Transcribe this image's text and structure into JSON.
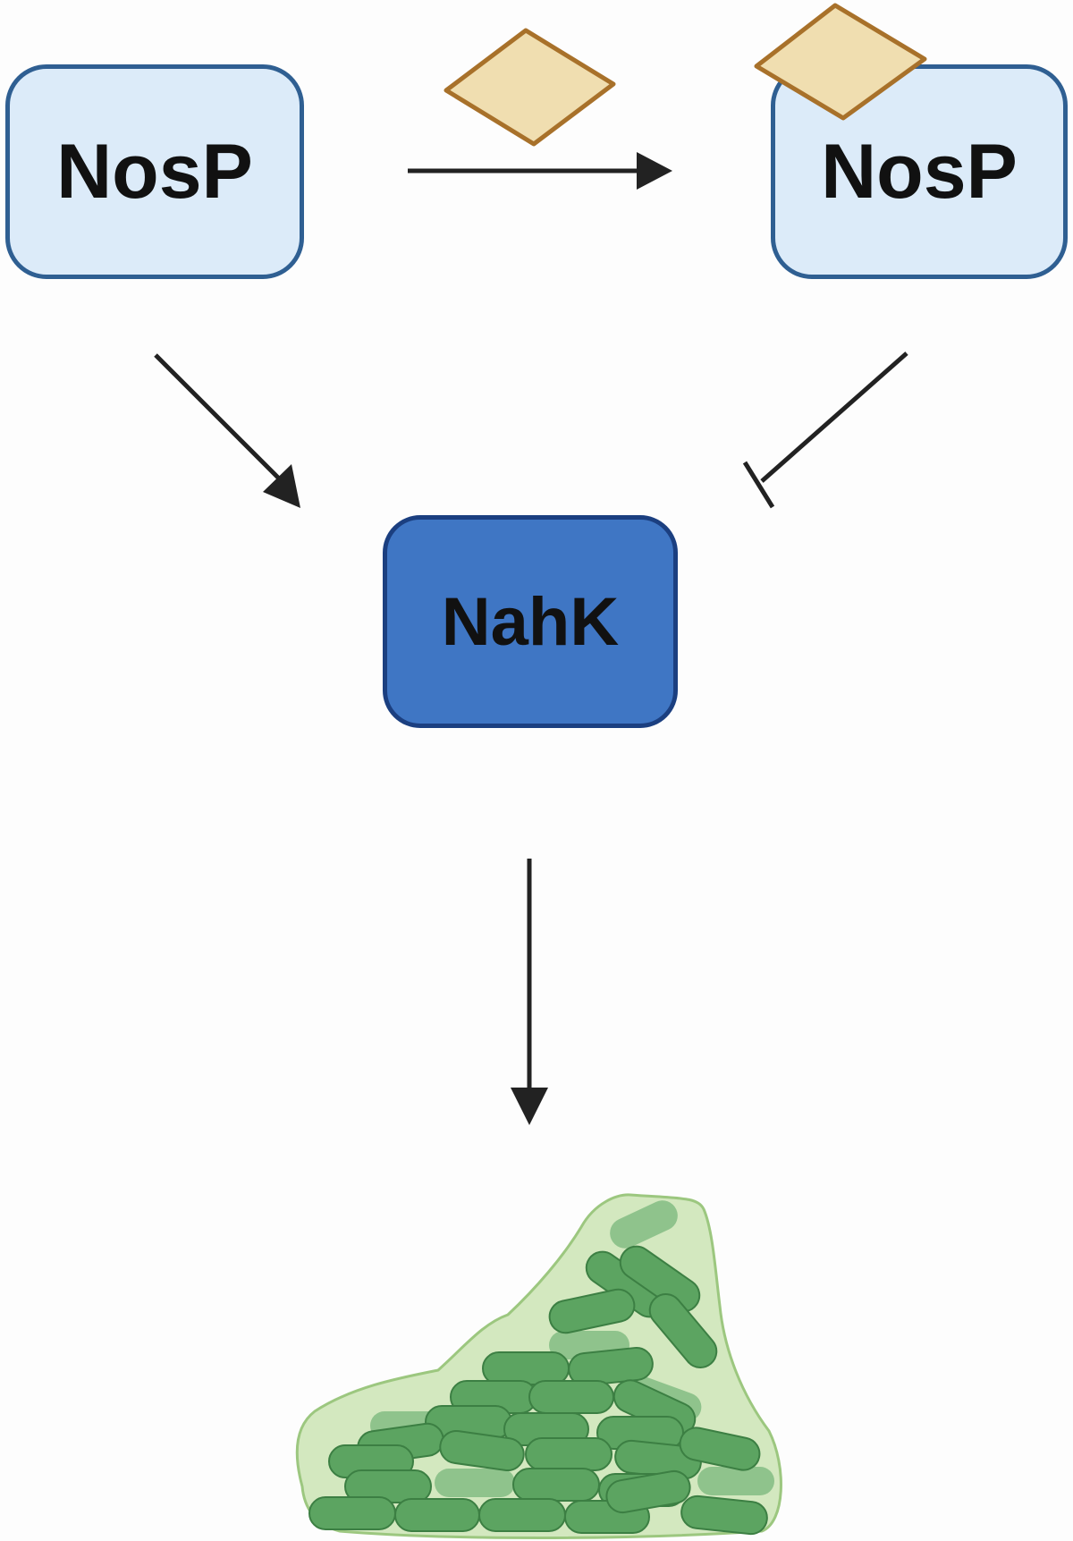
{
  "diagram": {
    "nodes": {
      "nosp_unbound": {
        "label": "NosP"
      },
      "nosp_bound": {
        "label": "NosP"
      },
      "nahk": {
        "label": "NahK"
      }
    },
    "edges": [
      {
        "from": "nosp_unbound",
        "to": "nosp_bound",
        "type": "activation"
      },
      {
        "from": "nosp_unbound",
        "to": "nahk",
        "type": "activation"
      },
      {
        "from": "nosp_bound",
        "to": "nahk",
        "type": "inhibition"
      },
      {
        "from": "nahk",
        "to": "biofilm",
        "type": "activation"
      }
    ],
    "icons": {
      "ligand": "ligand-diamond-icon",
      "biofilm": "biofilm-icon"
    },
    "colors": {
      "nosp_fill": "#dcebf9",
      "nosp_border": "#2f5f92",
      "nahk_fill": "#3f76c4",
      "nahk_border": "#1b3f80",
      "ligand_fill": "#f0deb0",
      "ligand_border": "#a8712a",
      "bacteria": "#4f9a55",
      "biofilm_matrix": "#d3e8bf"
    }
  }
}
